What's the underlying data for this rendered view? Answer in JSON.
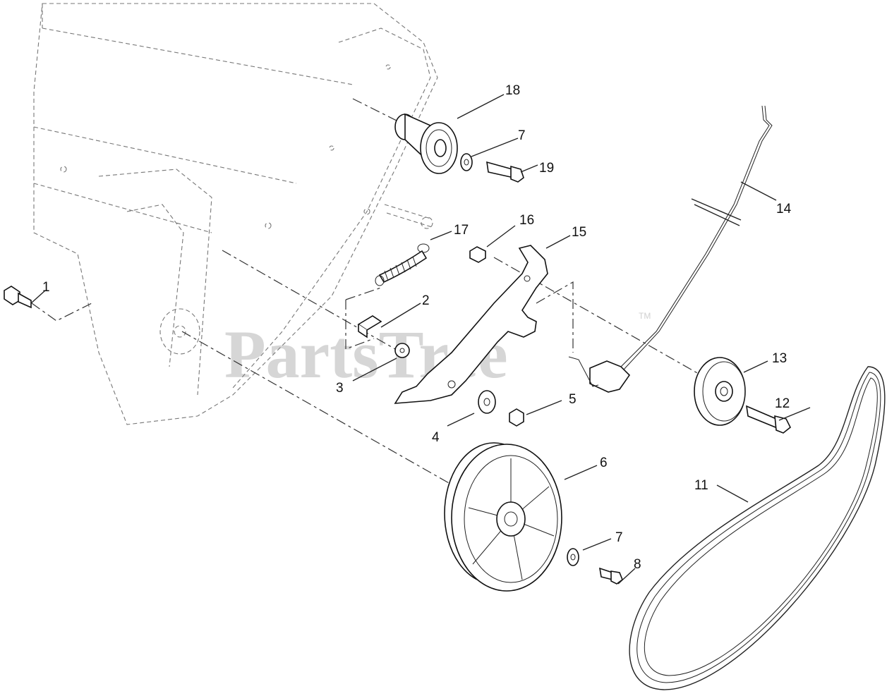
{
  "watermark": {
    "text": "PartsTree",
    "tm": "TM"
  },
  "callouts": [
    {
      "id": "1",
      "label": "1"
    },
    {
      "id": "2",
      "label": "2"
    },
    {
      "id": "3",
      "label": "3"
    },
    {
      "id": "4",
      "label": "4"
    },
    {
      "id": "5",
      "label": "5"
    },
    {
      "id": "6",
      "label": "6"
    },
    {
      "id": "7a",
      "label": "7"
    },
    {
      "id": "7b",
      "label": "7"
    },
    {
      "id": "8",
      "label": "8"
    },
    {
      "id": "11",
      "label": "11"
    },
    {
      "id": "12",
      "label": "12"
    },
    {
      "id": "13",
      "label": "13"
    },
    {
      "id": "14",
      "label": "14"
    },
    {
      "id": "15",
      "label": "15"
    },
    {
      "id": "16",
      "label": "16"
    },
    {
      "id": "17",
      "label": "17"
    },
    {
      "id": "18",
      "label": "18"
    },
    {
      "id": "19",
      "label": "19"
    }
  ]
}
